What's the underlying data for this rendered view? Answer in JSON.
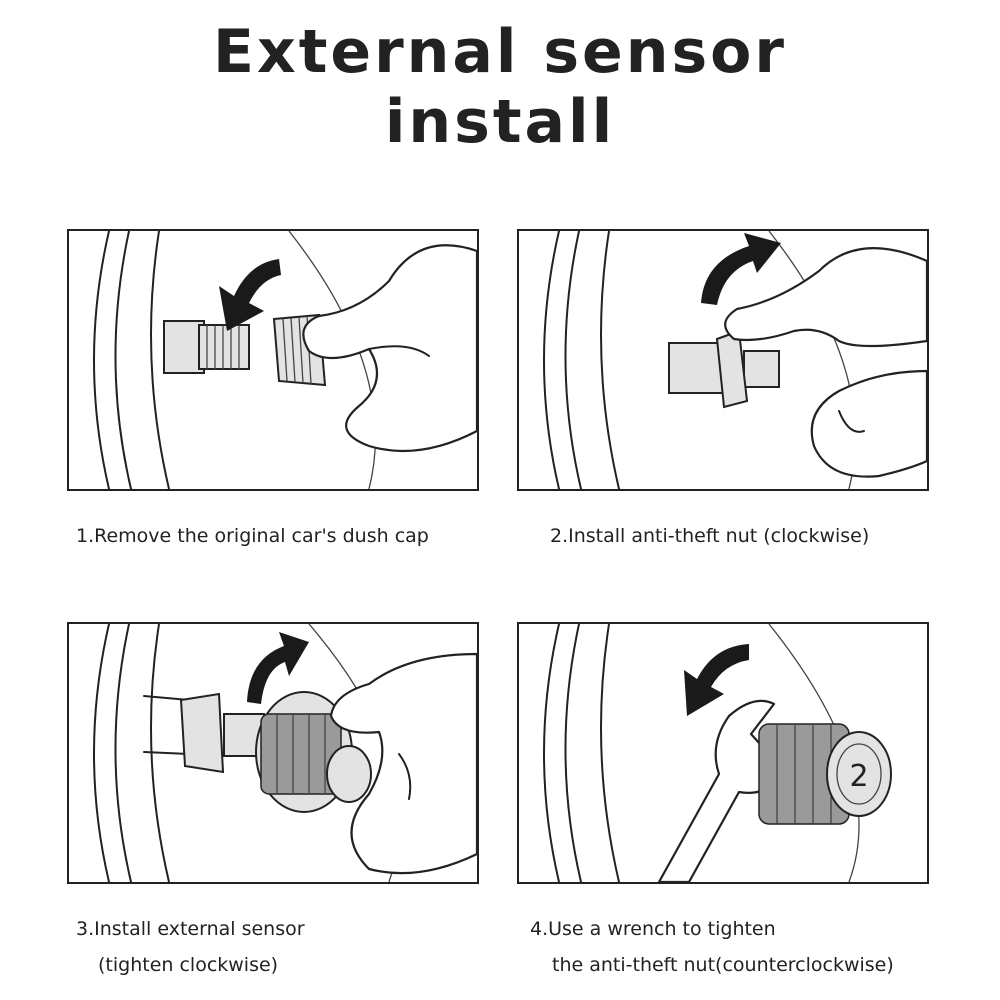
{
  "title": {
    "line1": "External sensor",
    "line2": "install"
  },
  "steps": [
    {
      "caption_lines": [
        "1.Remove the original car's dush cap"
      ],
      "arrow": "counterclockwise"
    },
    {
      "caption_lines": [
        "2.Install anti-theft nut (clockwise)"
      ],
      "arrow": "clockwise"
    },
    {
      "caption_lines": [
        "3.Install external sensor",
        "(tighten clockwise)"
      ],
      "arrow": "clockwise"
    },
    {
      "caption_lines": [
        "4.Use a wrench to tighten",
        "the anti-theft nut(counterclockwise)"
      ],
      "arrow": "counterclockwise"
    }
  ],
  "sensor_cap_mark": "2",
  "icons": [
    "curved-arrow-icon",
    "hand-icon",
    "valve-stem-icon",
    "dust-cap-icon",
    "anti-theft-nut-icon",
    "tpms-sensor-icon",
    "wrench-icon"
  ]
}
